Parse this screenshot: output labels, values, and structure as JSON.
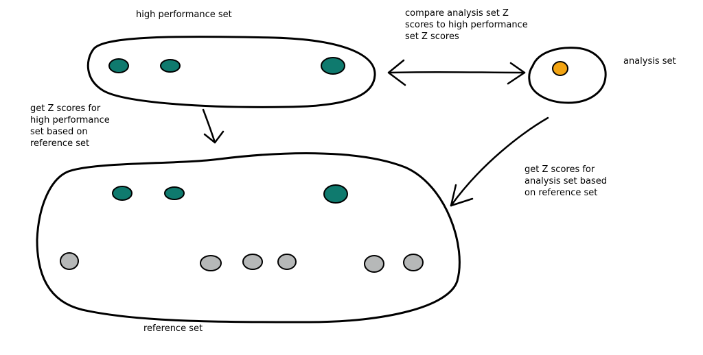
{
  "colors": {
    "background": "#ffffff",
    "outline": "#000000",
    "high_performance_point": "#0f7a6e",
    "reference_point": "#b6b8b8",
    "analysis_point": "#f2a413"
  },
  "sets": {
    "high_performance": {
      "label": "high performance set",
      "point_count": 3
    },
    "analysis": {
      "label": "analysis set",
      "point_count": 1
    },
    "reference": {
      "label": "reference set",
      "high_performance_point_count": 3,
      "other_point_count": 6
    }
  },
  "arrows": {
    "compare": {
      "lines": [
        "compare analysis set Z",
        "scores to high performance",
        "set Z scores"
      ]
    },
    "high_to_reference": {
      "lines": [
        "get Z scores for",
        "high performance",
        "set based on",
        "reference set"
      ]
    },
    "analysis_to_reference": {
      "lines": [
        "get Z scores for",
        "analysis set based",
        "on reference set"
      ]
    }
  }
}
